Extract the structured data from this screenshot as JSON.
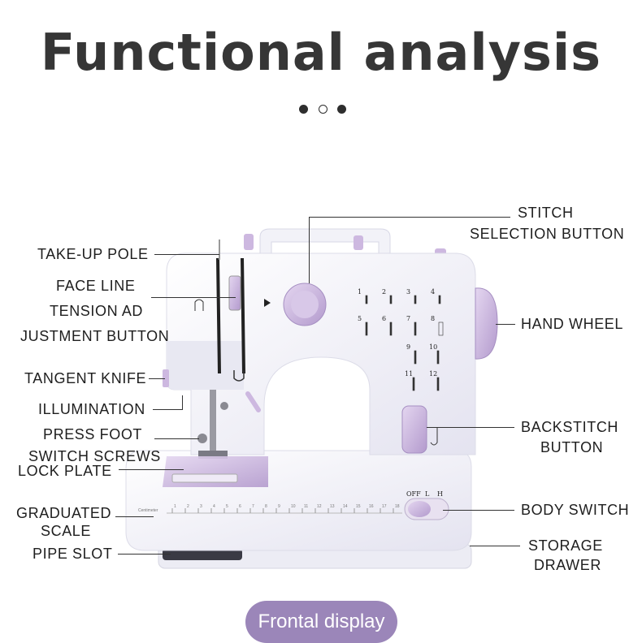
{
  "title": "Functional analysis",
  "pager": {
    "dots": 3,
    "active": 1
  },
  "labels_left": {
    "take_up_pole": "TAKE-UP POLE",
    "face_line_1": "FACE LINE",
    "face_line_2": "TENSION AD",
    "face_line_3": "JUSTMENT BUTTON",
    "tangent_knife": "TANGENT KNIFE",
    "illumination": "ILLUMINATION",
    "press_foot": "PRESS FOOT",
    "switch_screws": "SWITCH SCREWS",
    "lock_plate": "LOCK PLATE",
    "graduated_1": "GRADUATED",
    "graduated_2": "SCALE",
    "pipe_slot": "PIPE SLOT"
  },
  "labels_right": {
    "stitch_1": "STITCH",
    "stitch_2": "SELECTION BUTTON",
    "hand_wheel": "HAND WHEEL",
    "backstitch_1": "BACKSTITCH",
    "backstitch_2": "BUTTON",
    "body_switch": "BODY SWITCH",
    "storage_1": "STORAGE",
    "storage_2": "DRAWER"
  },
  "machine": {
    "stitch_numbers": [
      "1",
      "2",
      "3",
      "4",
      "5",
      "6",
      "7",
      "8",
      "9",
      "10",
      "11",
      "12"
    ],
    "switch_labels": [
      "OFF",
      "L",
      "H"
    ],
    "ruler_unit": "Centimeter",
    "ruler_numbers": [
      "1",
      "2",
      "3",
      "4",
      "5",
      "6",
      "7",
      "8",
      "9",
      "10",
      "11",
      "12",
      "13",
      "14",
      "15",
      "16",
      "17",
      "18"
    ],
    "accent_color": "#c7b2dc",
    "body_color": "#f4f4fb"
  },
  "button": {
    "label": "Frontal display",
    "color": "#9b86b9"
  }
}
